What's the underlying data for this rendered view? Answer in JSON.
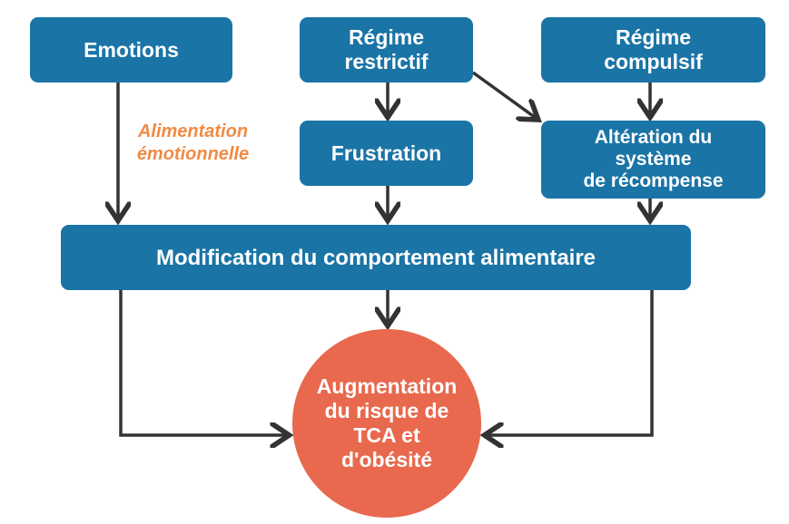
{
  "nodes": {
    "emotions": "Emotions",
    "regime_restrictif": "Régime\nrestrictif",
    "regime_compulsif": "Régime\ncompulsif",
    "frustration": "Frustration",
    "alteration": "Altération du\nsystème\nde récompense",
    "modification": "Modification du comportement alimentaire",
    "risque": "Augmentation\ndu risque de\nTCA et\nd'obésité"
  },
  "edge_labels": {
    "alimentation_emotionnelle": "Alimentation\némotionnelle"
  },
  "colors": {
    "box_fill": "#1a74a6",
    "circle_fill": "#e8694e",
    "edge_label": "#f08a45",
    "arrow": "#333333"
  }
}
